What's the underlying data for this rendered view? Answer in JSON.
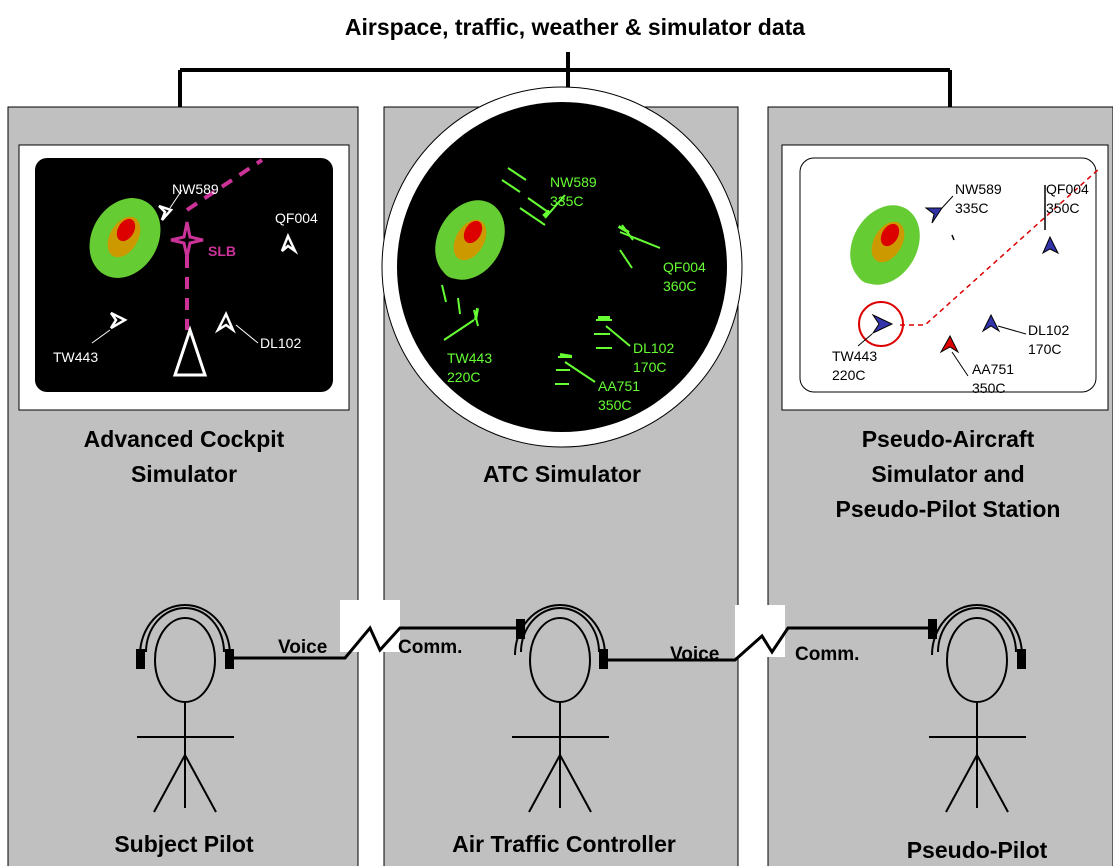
{
  "header": {
    "title": "Airspace, traffic, weather & simulator data"
  },
  "panels": {
    "left": {
      "title_line1": "Advanced Cockpit",
      "title_line2": "Simulator",
      "person_label": "Subject Pilot"
    },
    "center": {
      "title": "ATC Simulator",
      "person_label": "Air Traffic Controller"
    },
    "right": {
      "title_line1": "Pseudo-Aircraft",
      "title_line2": "Simulator and",
      "title_line3": "Pseudo-Pilot Station",
      "person_label": "Pseudo-Pilot"
    }
  },
  "comm": {
    "left_voice": "Voice",
    "left_comm": "Comm.",
    "right_voice": "Voice",
    "right_comm": "Comm."
  },
  "cockpit_display": {
    "waypoint": "SLB",
    "aircraft": [
      {
        "callsign": "NW589"
      },
      {
        "callsign": "QF004"
      },
      {
        "callsign": "TW443"
      },
      {
        "callsign": "DL102"
      }
    ]
  },
  "atc_display": {
    "aircraft": [
      {
        "callsign": "NW589",
        "altitude": "335C"
      },
      {
        "callsign": "QF004",
        "altitude": "360C"
      },
      {
        "callsign": "TW443",
        "altitude": "220C"
      },
      {
        "callsign": "DL102",
        "altitude": "170C"
      },
      {
        "callsign": "AA751",
        "altitude": "350C"
      }
    ]
  },
  "pseudo_display": {
    "aircraft": [
      {
        "callsign": "NW589",
        "altitude": "335C"
      },
      {
        "callsign": "QF004",
        "altitude": "350C"
      },
      {
        "callsign": "TW443",
        "altitude": "220C"
      },
      {
        "callsign": "DL102",
        "altitude": "170C"
      },
      {
        "callsign": "AA751",
        "altitude": "350C"
      }
    ]
  },
  "colors": {
    "panel_gray": "#c0c0c0",
    "scope_black": "#000000",
    "atc_green": "#66ff33",
    "route_magenta": "#cc3399",
    "weather_green": "#66cc33",
    "weather_orange": "#cc9900",
    "weather_red": "#dd0000",
    "ownship_blue": "#3333aa",
    "conflict_red": "#dd0000"
  }
}
